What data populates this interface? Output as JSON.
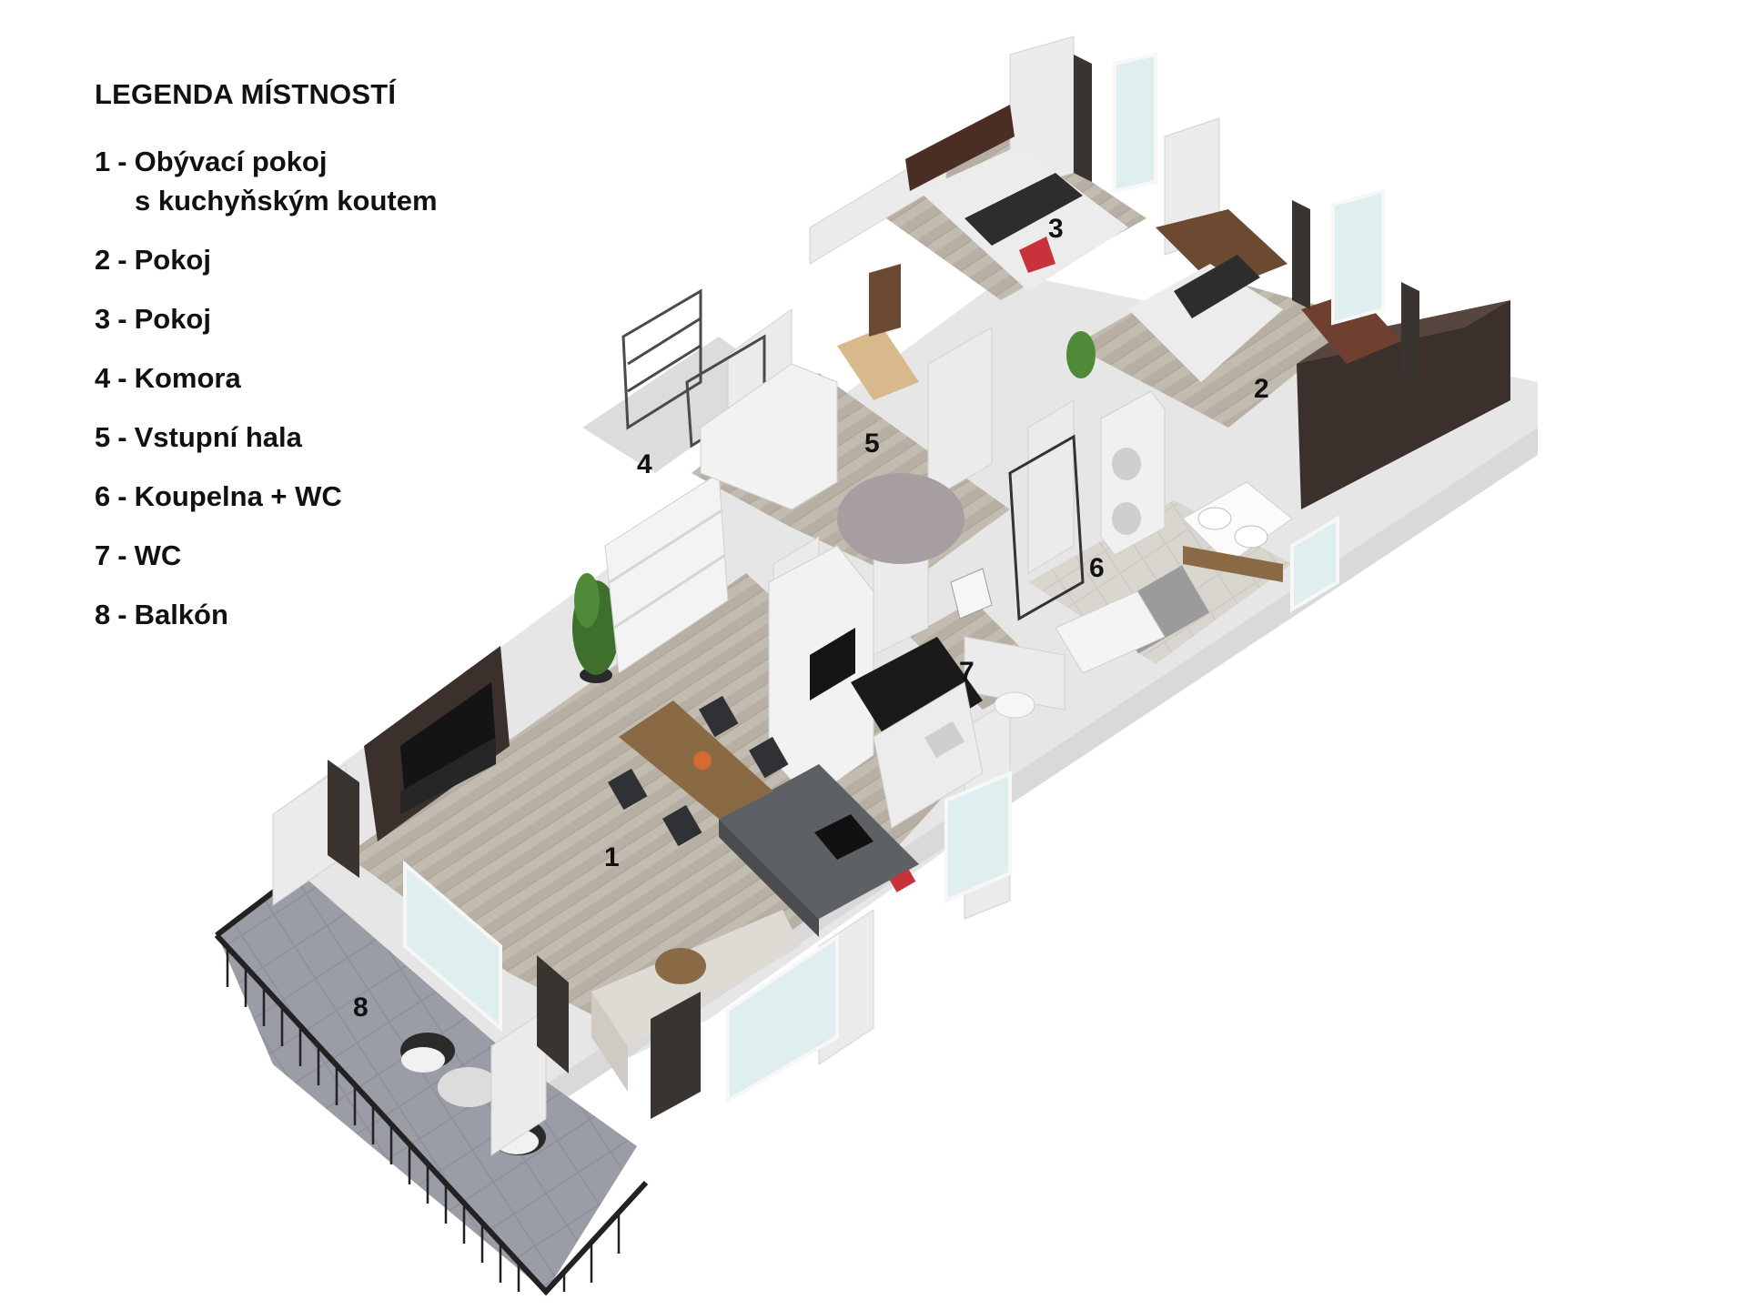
{
  "legend": {
    "title": "LEGENDA MÍSTNOSTÍ",
    "items": [
      {
        "num": "1",
        "label": "Obývací pokoj",
        "label2": "s kuchyňským koutem"
      },
      {
        "num": "2",
        "label": "Pokoj"
      },
      {
        "num": "3",
        "label": "Pokoj"
      },
      {
        "num": "4",
        "label": "Komora"
      },
      {
        "num": "5",
        "label": "Vstupní hala"
      },
      {
        "num": "6",
        "label": "Koupelna + WC"
      },
      {
        "num": "7",
        "label": "WC"
      },
      {
        "num": "8",
        "label": "Balkón"
      }
    ],
    "separator": "-"
  },
  "plan": {
    "labels": {
      "r1": "1",
      "r2": "2",
      "r3": "3",
      "r4": "4",
      "r5": "5",
      "r6": "6",
      "r7": "7",
      "r8": "8"
    }
  },
  "colors": {
    "floor_wood": "#bdb5a9",
    "wall": "#e9e9e9",
    "wall_top": "#f6f6f6",
    "dark_wall_panel": "#3b302c",
    "balcony_tiles": "#8c8f97",
    "kitchen_island": "#5d6065",
    "dining_table": "#8a6a45",
    "bed_blanket": "#2d2d2d",
    "accent_red": "#c8323b",
    "plant": "#3e6f2c"
  }
}
